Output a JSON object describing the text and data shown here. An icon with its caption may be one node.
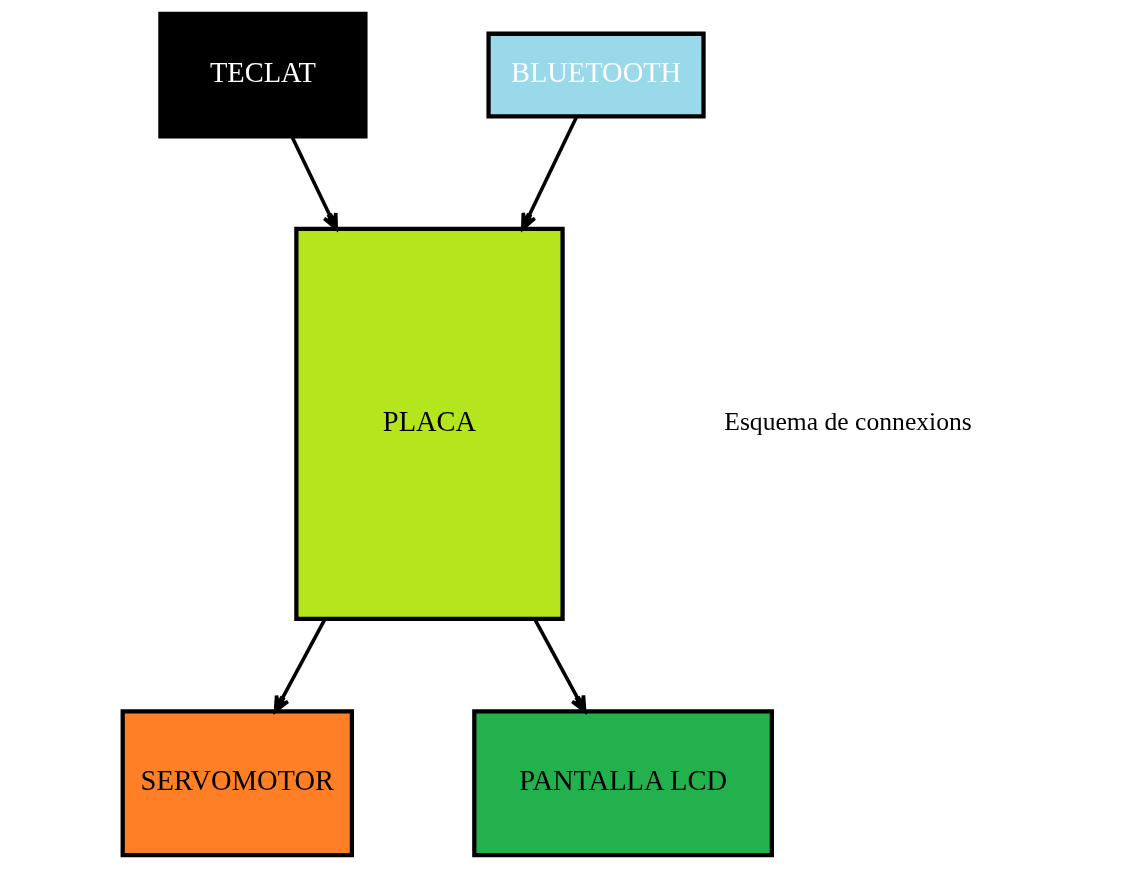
{
  "diagram": {
    "nodes": [
      {
        "text": [
          "TECLAT"
        ]
      },
      {
        "text": [
          "PLACA"
        ]
      },
      {
        "text": [
          "BLUETOOTH"
        ]
      },
      {
        "text": [
          "SERVOMOTOR"
        ]
      },
      {
        "text": [
          "PANTALLA LCD"
        ]
      }
    ],
    "edges": [
      {
        "from": 0,
        "to": 1,
        "arrow": "to"
      },
      {
        "from": 2,
        "to": 1,
        "arrow": "to"
      },
      {
        "from": 1,
        "to": 3,
        "arrow": "to"
      },
      {
        "from": 1,
        "to": 4,
        "arrow": "to"
      }
    ],
    "labels": [
      "Esquema de connexions"
    ]
  }
}
